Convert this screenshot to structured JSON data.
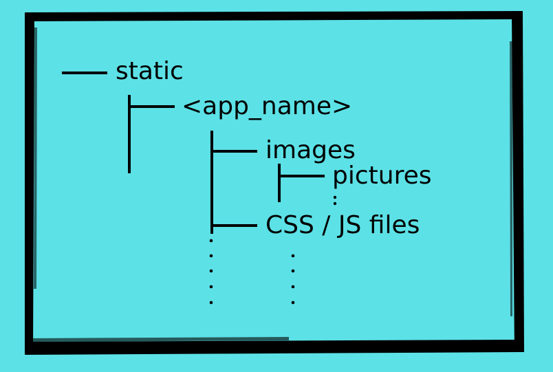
{
  "tree": {
    "root_label": "static",
    "app_label": "<app_name>",
    "images_label": "images",
    "pictures_label": "pictures",
    "files_label": "CSS / JS files"
  },
  "colors": {
    "background": "#5ce1e6",
    "ink": "#000000"
  }
}
